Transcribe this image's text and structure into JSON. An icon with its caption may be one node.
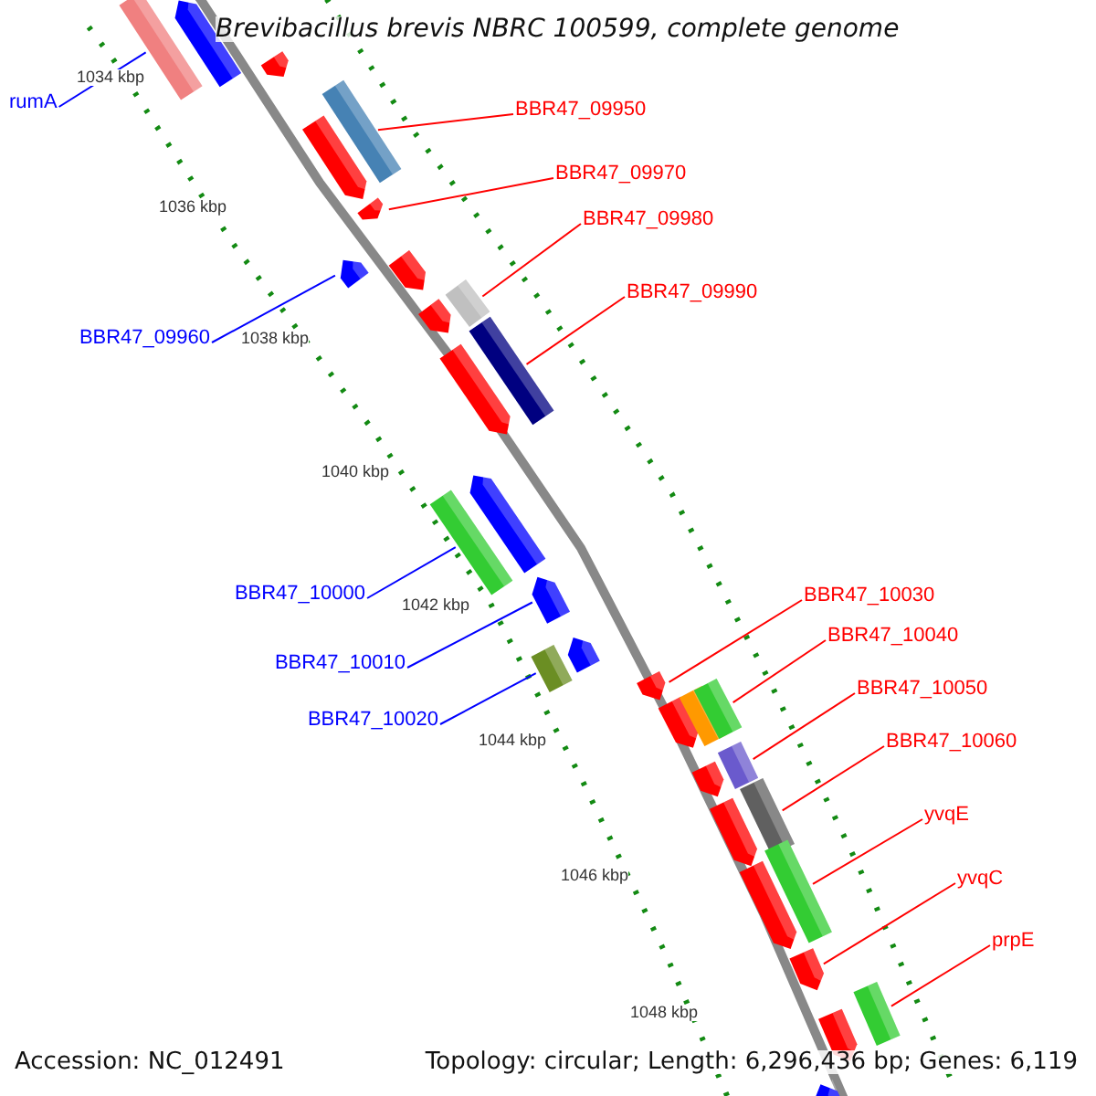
{
  "diagram": {
    "title": "Brevibacillus brevis NBRC 100599, complete genome",
    "nodes": [
      {
        "text": [
          "rumA"
        ]
      },
      {
        "text": [
          "BBR47_09950"
        ]
      },
      {
        "text": [
          "BBR47_09970"
        ]
      },
      {
        "text": [
          "BBR47_09980"
        ]
      },
      {
        "text": [
          "BBR47_09990"
        ]
      },
      {
        "text": [
          "BBR47_09960"
        ]
      },
      {
        "text": [
          "BBR47_10000"
        ]
      },
      {
        "text": [
          "BBR47_10010"
        ]
      },
      {
        "text": [
          "BBR47_10020"
        ]
      },
      {
        "text": [
          "BBR47_10030"
        ]
      },
      {
        "text": [
          "BBR47_10040"
        ]
      },
      {
        "text": [
          "BBR47_10050"
        ]
      },
      {
        "text": [
          "BBR47_10060"
        ]
      },
      {
        "text": [
          "yvqE"
        ]
      },
      {
        "text": [
          "yvqC"
        ]
      },
      {
        "text": [
          "prpE"
        ]
      },
      {
        "text": [],
        "shape": "box"
      },
      {
        "text": [],
        "shape": "pentagon"
      },
      {
        "text": [],
        "shape": "pentagon"
      },
      {
        "text": [],
        "shape": "pentagon"
      },
      {
        "text": [],
        "shape": "box"
      },
      {
        "text": [],
        "shape": "pentagon"
      },
      {
        "text": [],
        "shape": "pentagon"
      },
      {
        "text": [],
        "shape": "pentagon"
      },
      {
        "text": [],
        "shape": "pentagon"
      },
      {
        "text": [],
        "shape": "box"
      },
      {
        "text": [],
        "shape": "pentagon"
      },
      {
        "text": [],
        "shape": "box"
      },
      {
        "text": [],
        "shape": "box"
      },
      {
        "text": [],
        "shape": "pentagon"
      },
      {
        "text": [],
        "shape": "pentagon"
      },
      {
        "text": [],
        "shape": "box"
      },
      {
        "text": [],
        "shape": "pentagon"
      },
      {
        "text": [],
        "shape": "pentagon"
      },
      {
        "text": [],
        "shape": "pentagon"
      },
      {
        "text": [],
        "shape": "box"
      },
      {
        "text": [],
        "shape": "box"
      },
      {
        "text": [],
        "shape": "pentagon"
      },
      {
        "text": [],
        "shape": "box"
      },
      {
        "text": [],
        "shape": "pentagon"
      },
      {
        "text": [],
        "shape": "box"
      },
      {
        "text": [],
        "shape": "pentagon"
      },
      {
        "text": [],
        "shape": "box"
      },
      {
        "text": [],
        "shape": "pentagon"
      },
      {
        "text": [],
        "shape": "pentagon"
      },
      {
        "text": [],
        "shape": "box"
      },
      {
        "text": [],
        "shape": "pentagon"
      }
    ],
    "edges": [
      {
        "from": 0,
        "to": 16,
        "arrow": "none",
        "color": "#0000ff"
      },
      {
        "from": 1,
        "to": 20,
        "arrow": "none"
      },
      {
        "from": 2,
        "to": 21,
        "arrow": "none"
      },
      {
        "from": 3,
        "to": 25,
        "arrow": "none"
      },
      {
        "from": 4,
        "to": 27,
        "arrow": "none"
      },
      {
        "from": 5,
        "to": 22,
        "arrow": "none",
        "color": "#0000ff"
      },
      {
        "from": 6,
        "to": 28,
        "arrow": "none",
        "color": "#0000ff"
      },
      {
        "from": 7,
        "to": 30,
        "arrow": "none",
        "color": "#0000ff"
      },
      {
        "from": 8,
        "to": 31,
        "arrow": "none",
        "color": "#0000ff"
      },
      {
        "from": 9,
        "to": 33,
        "arrow": "none"
      },
      {
        "from": 10,
        "to": 36,
        "arrow": "none"
      },
      {
        "from": 11,
        "to": 38,
        "arrow": "none"
      },
      {
        "from": 12,
        "to": 40,
        "arrow": "none"
      },
      {
        "from": 13,
        "to": 42,
        "arrow": "none"
      },
      {
        "from": 14,
        "to": 43,
        "arrow": "none"
      },
      {
        "from": 15,
        "to": 45,
        "arrow": "none"
      }
    ],
    "labels": [
      "1034 kbp",
      "1036 kbp",
      "1038 kbp",
      "1040 kbp",
      "1042 kbp",
      "1044 kbp",
      "1046 kbp",
      "1048 kbp",
      "Accession: NC_012491",
      "Topology: circular; Length: 6,296,436 bp; Genes: 6,119"
    ]
  }
}
